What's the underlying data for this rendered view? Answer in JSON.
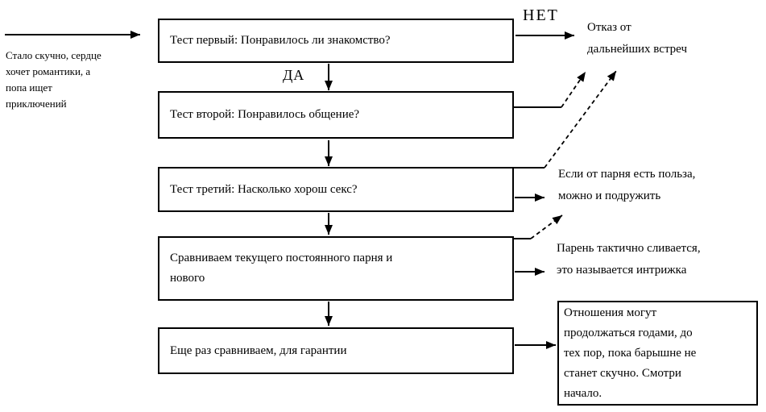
{
  "canvas": {
    "bg": "#ffffff",
    "fg": "#000000"
  },
  "entry_note": "Стало скучно, сердце\nхочет романтики, а\nпопа ищет\nприключений",
  "branch_labels": {
    "no": "НЕТ",
    "yes": "ДА"
  },
  "steps": [
    {
      "text": "Тест первый: Понравилось ли знакомство?"
    },
    {
      "text": "Тест второй: Понравилось общение?"
    },
    {
      "text": "Тест третий: Насколько хорош секс?"
    },
    {
      "text": "Сравниваем текущего постоянного парня и\nнового"
    },
    {
      "text": "Еще раз сравниваем, для гарантии"
    }
  ],
  "outcomes": {
    "refusal": "Отказ от\nдальнейших встреч",
    "utility": "Если от парня есть польза,\nможно и подружить",
    "fling": "Парень тактично сливается,\nэто называется интрижка",
    "long_term": "Отношения могут\nпродолжаться годами, до\nтех пор, пока барышне не\nстанет скучно. Смотри\nначало."
  }
}
